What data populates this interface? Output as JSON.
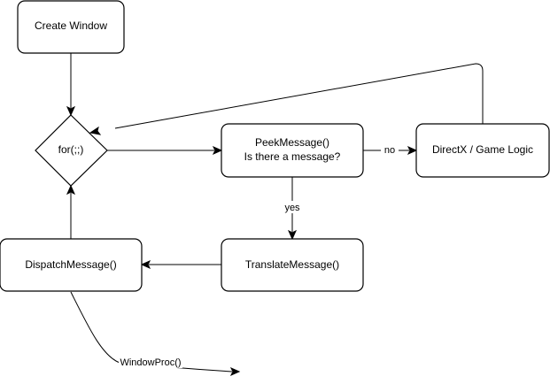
{
  "diagram": {
    "nodes": {
      "create_window": {
        "label": "Create Window"
      },
      "for_loop": {
        "label": "for(;;)"
      },
      "peek_message": {
        "line1": "PeekMessage()",
        "line2": "Is there a message?"
      },
      "directx": {
        "label": "DirectX / Game Logic"
      },
      "translate_message": {
        "label": "TranslateMessage()"
      },
      "dispatch_message": {
        "label": "DispatchMessage()"
      }
    },
    "edges": {
      "no_label": "no",
      "yes_label": "yes",
      "window_proc_label": "WindowProc()"
    }
  }
}
